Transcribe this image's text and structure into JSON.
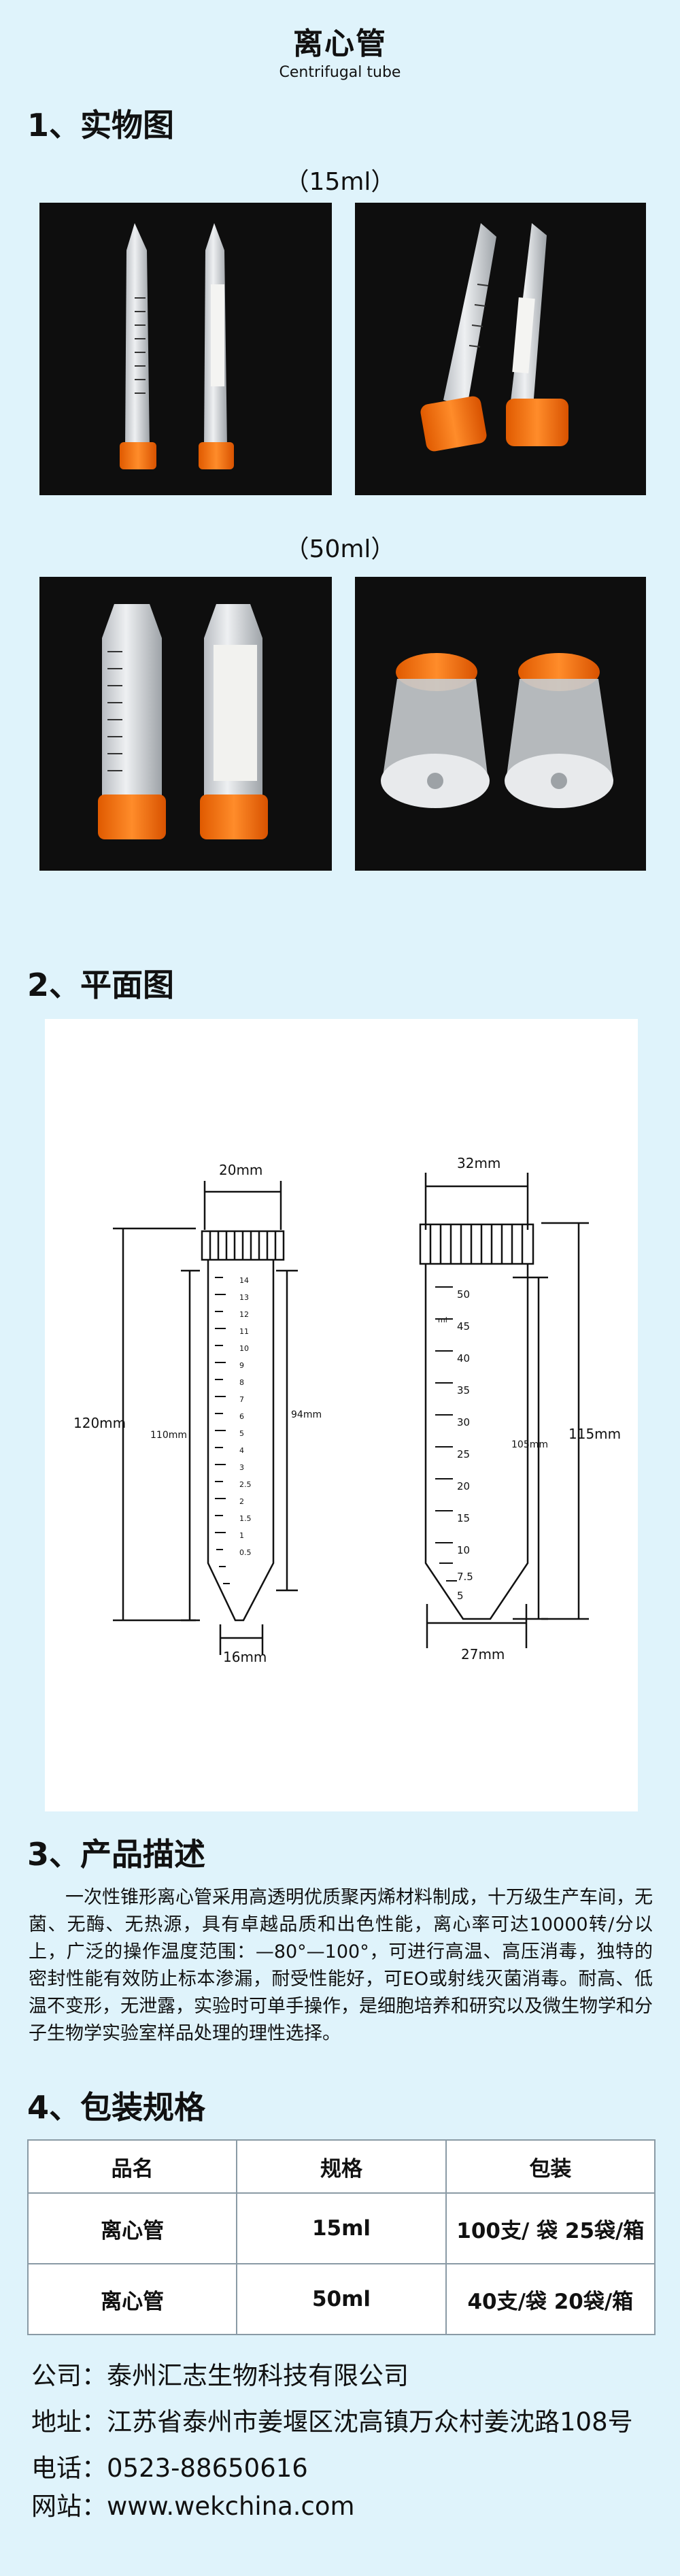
{
  "header": {
    "title": "离心管",
    "subtitle": "Centrifugal tube"
  },
  "sections": {
    "s1": "1、实物图",
    "s2": "2、平面图",
    "s3": "3、产品描述",
    "s4": "4、包装规格"
  },
  "photos": {
    "caption_15": "（15ml）",
    "caption_50": "（50ml）"
  },
  "drawing15": {
    "top_width": "20mm",
    "bottom_width": "16mm",
    "total_height": "120mm",
    "inner_height": "110mm",
    "grad_height": "94mm",
    "scale": [
      "14",
      "13",
      "12",
      "11",
      "10",
      "9",
      "8",
      "7",
      "6",
      "5",
      "4",
      "3",
      "2.5",
      "2",
      "1.5",
      "1",
      "0.5"
    ]
  },
  "drawing50": {
    "top_width": "32mm",
    "bottom_width": "27mm",
    "total_height": "115mm",
    "inner_height": "105mm",
    "ml": "ml",
    "scale": [
      "50",
      "45",
      "40",
      "35",
      "30",
      "25",
      "20",
      "15",
      "10",
      "7.5",
      "5"
    ]
  },
  "description": "一次性锥形离心管采用高透明优质聚丙烯材料制成，十万级生产车间，无菌、无酶、无热源，具有卓越品质和出色性能，离心率可达10000转/分以上，广泛的操作温度范围：—80°—100°，可进行高温、高压消毒，独特的密封性能有效防止标本渗漏，耐受性能好，可EO或射线灭菌消毒。耐高、低温不变形，无泄露，实验时可单手操作，是细胞培养和研究以及微生物学和分子生物学实验室样品处理的理性选择。",
  "table": {
    "headers": [
      "品名",
      "规格",
      "包装"
    ],
    "rows": [
      [
        "离心管",
        "15ml",
        "100支/ 袋 25袋/箱"
      ],
      [
        "离心管",
        "50ml",
        "40支/袋 20袋/箱"
      ]
    ]
  },
  "contact": {
    "company_label": "公司：",
    "company": "泰州汇志生物科技有限公司",
    "address_label": "地址：",
    "address": "江苏省泰州市姜堰区沈高镇万众村姜沈路108号",
    "phone_label": "电话：",
    "phone": "0523-88650616",
    "web_label": "网站：",
    "web": "www.wekchina.com"
  },
  "colors": {
    "background": "#dff3fb",
    "cap_orange": "#ff7a1a",
    "photo_bg": "#0e0e0e"
  }
}
